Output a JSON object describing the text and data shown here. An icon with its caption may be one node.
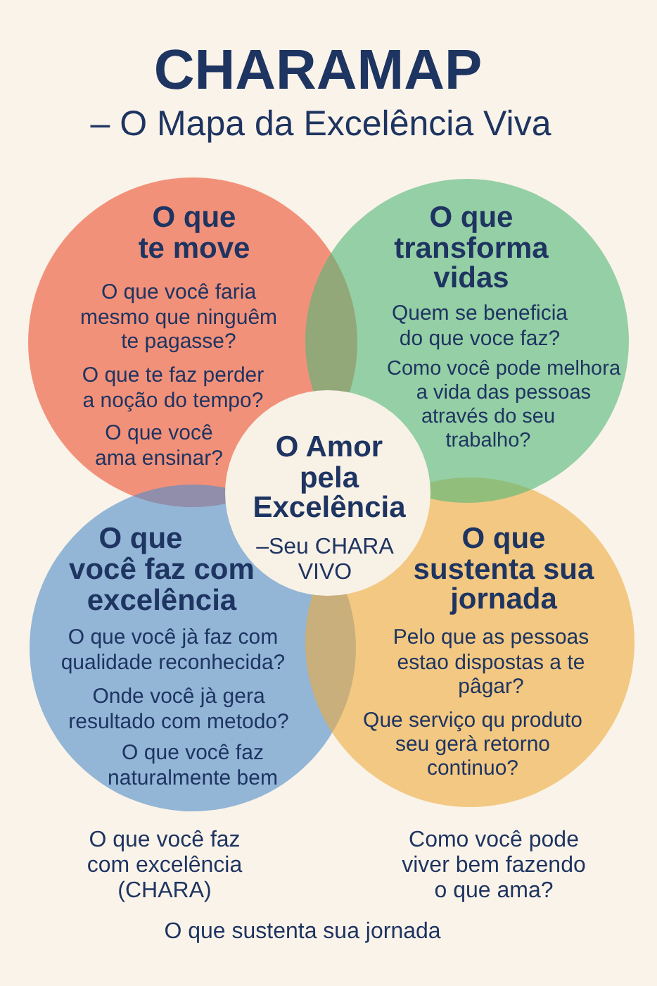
{
  "diagram": {
    "title": "CHARAMAP",
    "nodes": [
      {
        "text": [
          "O que te move",
          "O que você faria mesmo que ninguêm te pagasse?",
          "O que te faz perder a noção do tempo?",
          "O que você ama ensinar?"
        ]
      },
      {
        "text": [
          "O que transforma vidas",
          "Quem se beneficia do que voce faz?",
          "Como você pode melhora a vida das pessoas através do seu trabalho?"
        ]
      },
      {
        "text": [
          "O Amor pela Excelência",
          "–Seu CHARA VIVO"
        ]
      },
      {
        "text": [
          "O que você faz com excelência",
          "O que você jà faz com qualidade reconhecida?",
          "Onde você jà gera resultado com metodo?",
          "O que você faz naturalmente bem"
        ],
        "beside": [
          "O que você faz com excelência (CHARA)"
        ]
      },
      {
        "text": [
          "O que sustenta sua jornada",
          "Pelo que as pessoas estao dispostas a te pâgar?",
          "Que serviço qu produto seu gerà retorno continuo?"
        ],
        "beside": [
          "Como você pode viver bem fazendo o que ama?"
        ]
      }
    ],
    "labels": [
      "– O Mapa da Excelência Viva",
      "O que sustenta sua jornada"
    ]
  }
}
